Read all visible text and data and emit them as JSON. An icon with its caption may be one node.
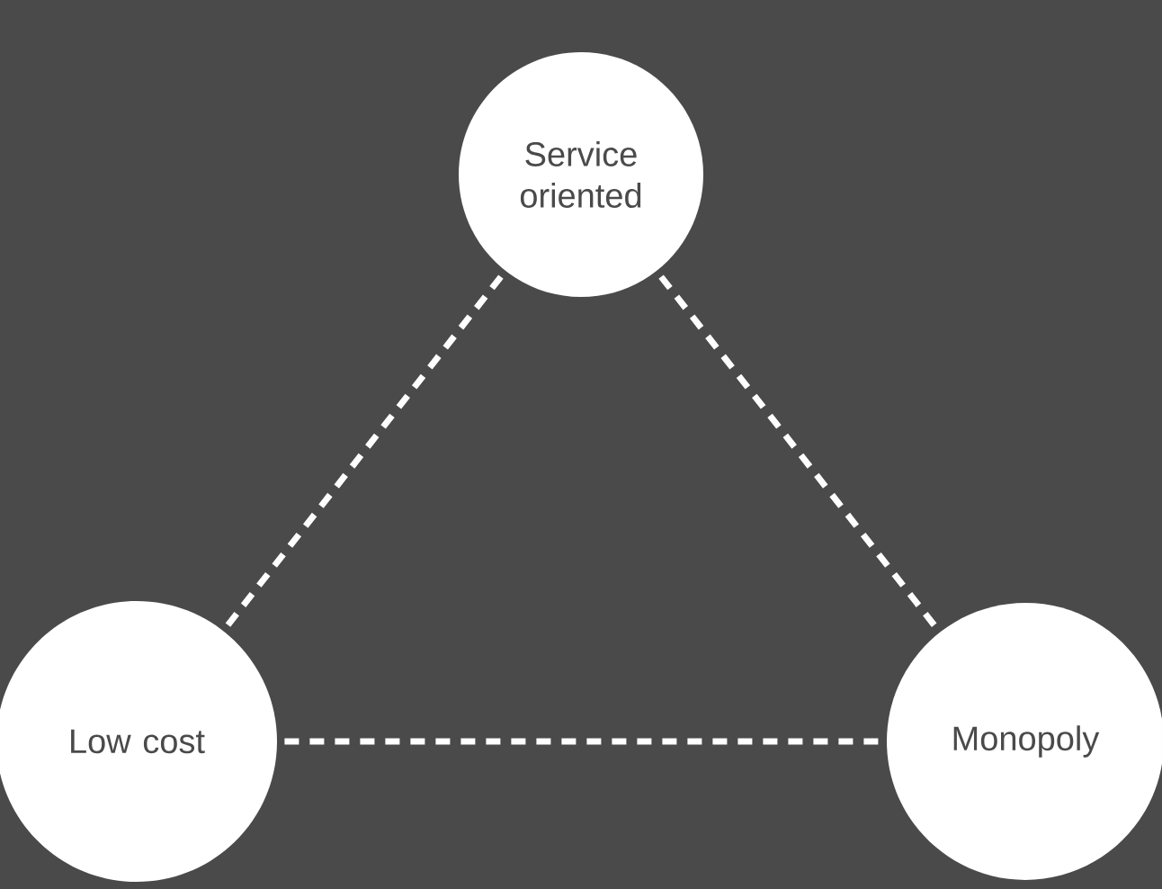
{
  "diagram": {
    "nodes": [
      {
        "text": [
          "Service oriented"
        ]
      },
      {
        "text": [
          "Low cost"
        ]
      },
      {
        "text": [
          "Monopoly"
        ]
      }
    ],
    "edges": [
      {
        "from": 0,
        "to": 1,
        "arrow": "none",
        "style": "dashed"
      },
      {
        "from": 0,
        "to": 2,
        "arrow": "none",
        "style": "dashed"
      },
      {
        "from": 1,
        "to": 2,
        "arrow": "none",
        "style": "dashed"
      }
    ]
  }
}
